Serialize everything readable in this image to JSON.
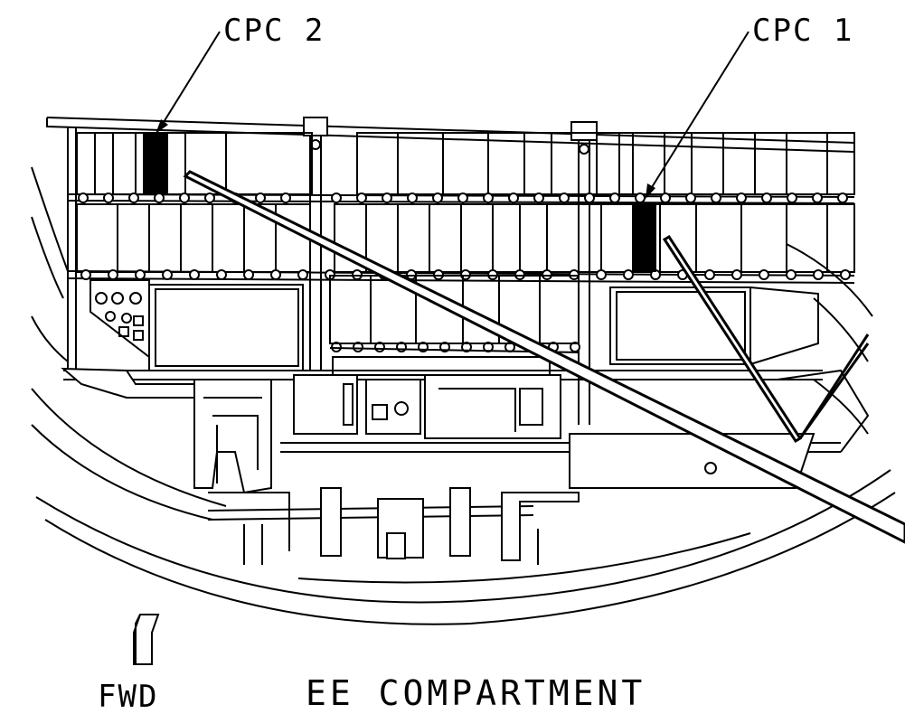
{
  "labels": {
    "cpc2": "CPC 2",
    "cpc1": "CPC 1",
    "forward": "FWD",
    "compartment_title": "EE COMPARTMENT"
  }
}
